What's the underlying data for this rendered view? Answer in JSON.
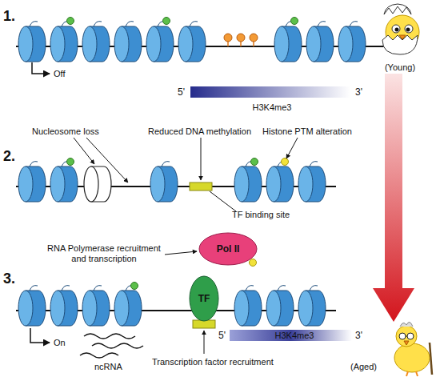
{
  "diagram": {
    "nodes": [
      {
        "text": [
          "Pol II"
        ]
      },
      {
        "text": [
          "TF"
        ]
      }
    ],
    "labels": [
      "1.",
      "Off",
      "5'",
      "3'",
      "H3K4me3",
      "(Young)",
      "2.",
      "Nucleosome loss",
      "Reduced DNA methylation",
      "Histone PTM alteration",
      "TF binding site",
      "3.",
      "RNA Polymerase recruitment and transcription",
      "On",
      "ncRNA",
      "Transcription factor recruitment",
      "5'",
      "3'",
      "H3K4me3",
      "(Aged)"
    ]
  }
}
